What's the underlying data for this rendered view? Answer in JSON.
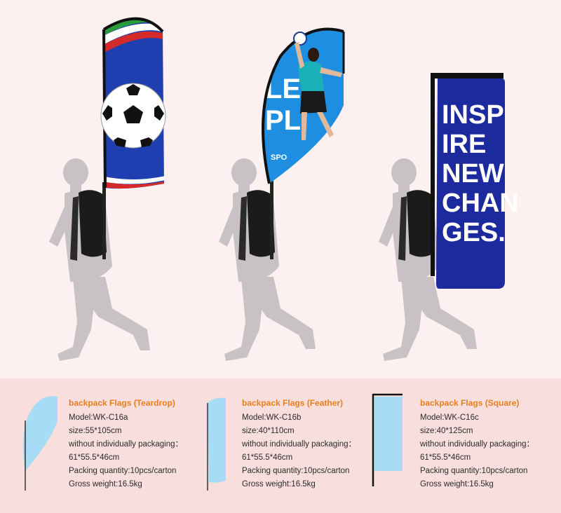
{
  "products": [
    {
      "title": "backpack Flags (Teardrop)",
      "model": "Model:WK-C16a",
      "size": "size:55*105cm",
      "packaging": "without individually packaging：",
      "dims": "61*55.5*46cm",
      "quantity": "Packing quantity:10pcs/carton",
      "weight": "Gross weight:16.5kg"
    },
    {
      "title": "backpack Flags (Feather)",
      "model": "Model:WK-C16b",
      "size": "size:40*110cm",
      "packaging": "without individually packaging：",
      "dims": "61*55.5*46cm",
      "quantity": "Packing quantity:10pcs/carton",
      "weight": "Gross weight:16.5kg"
    },
    {
      "title": "backpack Flags (Square)",
      "model": "Model:WK-C16c",
      "size": "size:40*125cm",
      "packaging": "without individually packaging：",
      "dims": "61*55.5*46cm",
      "quantity": "Packing quantity:10pcs/carton",
      "weight": "Gross weight:16.5kg"
    }
  ],
  "flag_texts": {
    "square_lines": [
      "INSP",
      "IRE",
      "NEW",
      "CHAN",
      "GES."
    ],
    "teardrop_word1": "LET",
    "teardrop_word2": "PL",
    "teardrop_word3": "SPO"
  },
  "colors": {
    "accent": "#e87f1d",
    "flag_blue": "#1f3fb0",
    "square_blue": "#1c2a9e",
    "icon_fill": "#a6dcf5",
    "figure_gray": "#c8c2c6"
  }
}
